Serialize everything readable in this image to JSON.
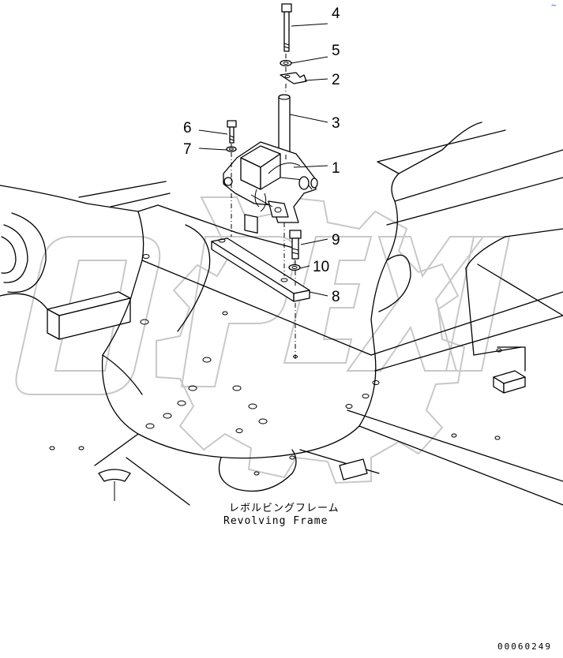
{
  "callouts": [
    {
      "id": "4",
      "label": "4"
    },
    {
      "id": "5",
      "label": "5"
    },
    {
      "id": "2",
      "label": "2"
    },
    {
      "id": "3",
      "label": "3"
    },
    {
      "id": "6",
      "label": "6"
    },
    {
      "id": "7",
      "label": "7"
    },
    {
      "id": "1",
      "label": "1"
    },
    {
      "id": "9",
      "label": "9"
    },
    {
      "id": "10",
      "label": "10"
    },
    {
      "id": "8",
      "label": "8"
    }
  ],
  "caption": {
    "japanese": "レボルビングフレーム",
    "english": "Revolving Frame"
  },
  "watermark": "OPEX",
  "document_id": "00060249",
  "corner_mark": "~"
}
